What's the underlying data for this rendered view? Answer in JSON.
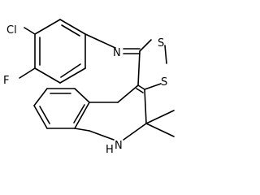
{
  "structure": {
    "atoms": {
      "cl": "Cl",
      "f": "F",
      "n_imine": "N",
      "s_top": "S",
      "s_bottom": "S",
      "nh": "N",
      "h": "H"
    }
  }
}
